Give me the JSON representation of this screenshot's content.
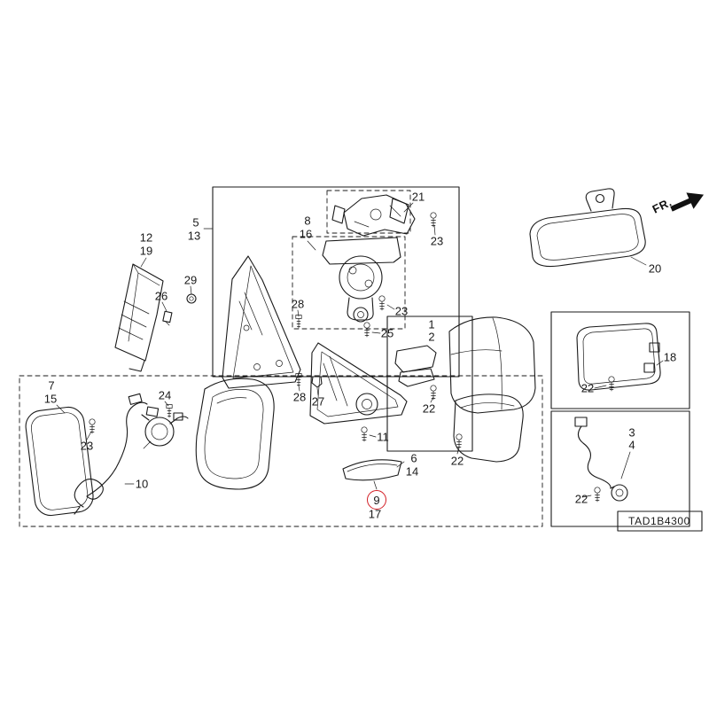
{
  "diagram": {
    "code": "TAD1B4300",
    "direction_label": "FR.",
    "selected_part": "9",
    "highlight_color": "#d31e25",
    "line_color": "#1a1a1a",
    "background_color": "#ffffff"
  },
  "labels": [
    {
      "text": "21"
    },
    {
      "text": "8"
    },
    {
      "text": "16"
    },
    {
      "text": "23"
    },
    {
      "text": "5"
    },
    {
      "text": "13"
    },
    {
      "text": "12"
    },
    {
      "text": "19"
    },
    {
      "text": "29"
    },
    {
      "text": "26"
    },
    {
      "text": "20"
    },
    {
      "text": "28"
    },
    {
      "text": "23"
    },
    {
      "text": "25"
    },
    {
      "text": "1"
    },
    {
      "text": "2"
    },
    {
      "text": "18"
    },
    {
      "text": "22"
    },
    {
      "text": "24"
    },
    {
      "text": "28"
    },
    {
      "text": "27"
    },
    {
      "text": "22"
    },
    {
      "text": "7"
    },
    {
      "text": "15"
    },
    {
      "text": "23"
    },
    {
      "text": "10"
    },
    {
      "text": "11"
    },
    {
      "text": "3"
    },
    {
      "text": "4"
    },
    {
      "text": "6"
    },
    {
      "text": "14"
    },
    {
      "text": "22"
    },
    {
      "text": "9",
      "circled": true
    },
    {
      "text": "17"
    },
    {
      "text": "22"
    }
  ]
}
